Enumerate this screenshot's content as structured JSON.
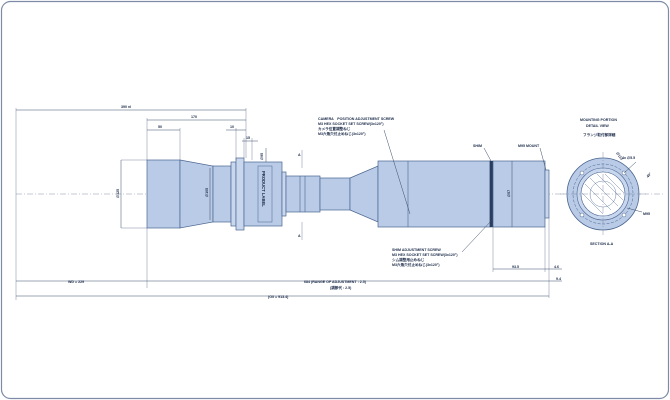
{
  "dimensions": {
    "overall_top": "390 ±l",
    "d170": "170",
    "d50": "50",
    "d10": "10",
    "d15": "15",
    "phi95": "∅95",
    "phi125": "∅125",
    "phi105": "∅105",
    "phi57": "∅57",
    "d93_5": "93.5",
    "d4_6": "4.6",
    "d9_4": "9.4",
    "wd": "WD = 229",
    "range_main": "684 (RANGE OF ADJUSTMENT : 2.5)",
    "range_jp": "(調節代 : 2.5)",
    "oi": "(O/I = 913.4)"
  },
  "labels": {
    "product_label": "PRODUCT LABEL",
    "section_mark": "A",
    "camera_screw": [
      "CAMERA　POSITION ADJUSTMENT SCREW",
      "M3 HEX SOCKET SET SCREW(3x120°)",
      "カメラ位置調整ねじ",
      "M3六角穴付止めねじ(3x120°)"
    ],
    "shim_screw": [
      "SHIM ADJUSTMENT SCREW",
      "M3 HEX SOCKET SET SCREW(3x120°)",
      "シム調整用止めねじ",
      "M3六角穴付止めねじ(3x120°)"
    ],
    "shim": "SHIM",
    "mount": "M95 MOUNT",
    "mounting_title": [
      "MOUNTING PORTION",
      "DETAIL VIEW",
      "フランジ取付部詳細"
    ],
    "pcd": "∅110",
    "holes": "4x ∅5.5",
    "angle": "45°",
    "m95": "M95",
    "section_caption": "SECTION A-A"
  },
  "colors": {
    "frame": "#7d8ba6",
    "body_fill": "#b9cbe6",
    "line": "#3a4a68"
  }
}
